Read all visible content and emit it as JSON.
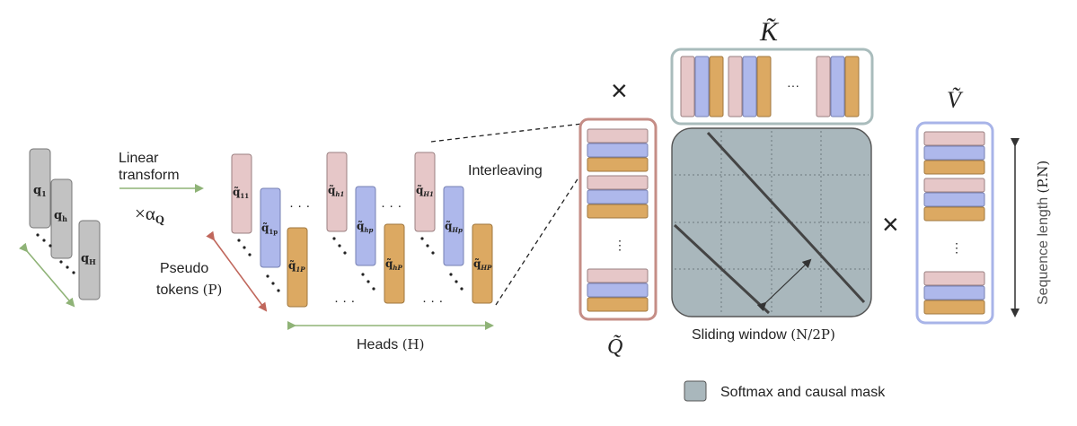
{
  "colors": {
    "gray_block": "#c2c2c2",
    "pink": "#e6c7c8",
    "blue": "#aeb8eb",
    "orange": "#dca962",
    "mask_fill": "#a9b7bc",
    "k_frame": "#a9bcbc",
    "q_frame": "#c58d86",
    "v_frame": "#a8b4e8",
    "green_arrow": "#8fb377",
    "red_arrow": "#c0675c"
  },
  "left_queries": {
    "q1": "q",
    "q1_sub": "1",
    "qh": "q",
    "qh_sub": "h",
    "qH": "q",
    "qH_sub": "H"
  },
  "linear_label": {
    "line1": "Linear",
    "line2": "transform",
    "scale": "×α",
    "scale_sub": "Q"
  },
  "pseudo_label": {
    "line1": "Pseudo",
    "line2": "tokens",
    "paren": "(P)"
  },
  "heads_label": {
    "text": "Heads",
    "paren": "(H)"
  },
  "interleaving_label": "Interleaving",
  "head_tokens": {
    "t11": "q̃",
    "t11_sub": "11",
    "t1p": "q̃",
    "t1p_sub": "1p",
    "t1P": "q̃",
    "t1P_sub": "1P",
    "th1": "q̃",
    "th1_sub": "h1",
    "thp": "q̃",
    "thp_sub": "hp",
    "thP": "q̃",
    "thP_sub": "hP",
    "tH1": "q̃",
    "tH1_sub": "H1",
    "tHp": "q̃",
    "tHp_sub": "Hp",
    "tHP": "q̃",
    "tHP_sub": "HP"
  },
  "ellipsis_h": "· · ·",
  "ellipsis_v": "⋮",
  "ellipsis_k": "···",
  "times": "×",
  "k_label": "K̃",
  "q_label": "Q̃",
  "v_label": "Ṽ",
  "sliding_label": {
    "text": "Sliding window",
    "paren": "(N/2P)"
  },
  "sequence_label": {
    "text": "Sequence length",
    "paren": "(P.N)"
  },
  "legend": {
    "text": "Softmax and causal mask"
  }
}
